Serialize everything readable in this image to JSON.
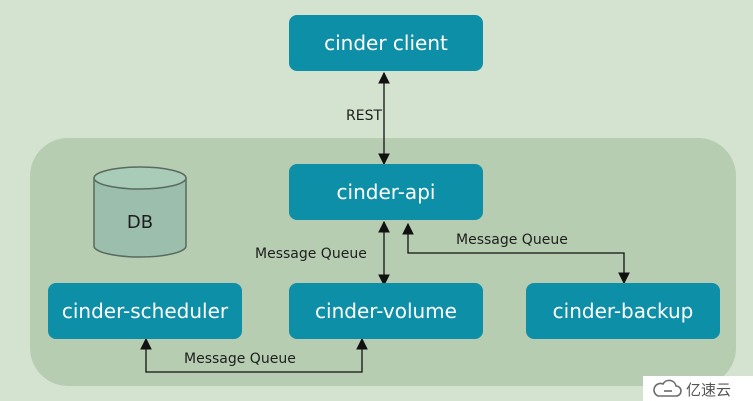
{
  "colors": {
    "background": "#d4e3cf",
    "group_region": "#b7cdb2",
    "service_box": "#0e8fa8",
    "service_text": "#ffffff",
    "database": "#9bbfac",
    "arrow": "#111111",
    "watermark_bg": "#ffffff"
  },
  "nodes": {
    "client": {
      "label": "cinder client"
    },
    "api": {
      "label": "cinder-api"
    },
    "scheduler": {
      "label": "cinder-scheduler"
    },
    "volume": {
      "label": "cinder-volume"
    },
    "backup": {
      "label": "cinder-backup"
    },
    "database": {
      "label": "DB",
      "icon": "database-cylinder-icon"
    }
  },
  "edges": {
    "client_api": {
      "label": "REST"
    },
    "api_volume": {
      "label": "Message Queue"
    },
    "api_backup": {
      "label": "Message Queue"
    },
    "scheduler_volume": {
      "label": "Message Queue"
    }
  },
  "watermark": {
    "text": "亿速云",
    "icon": "cloud-logo-icon"
  }
}
